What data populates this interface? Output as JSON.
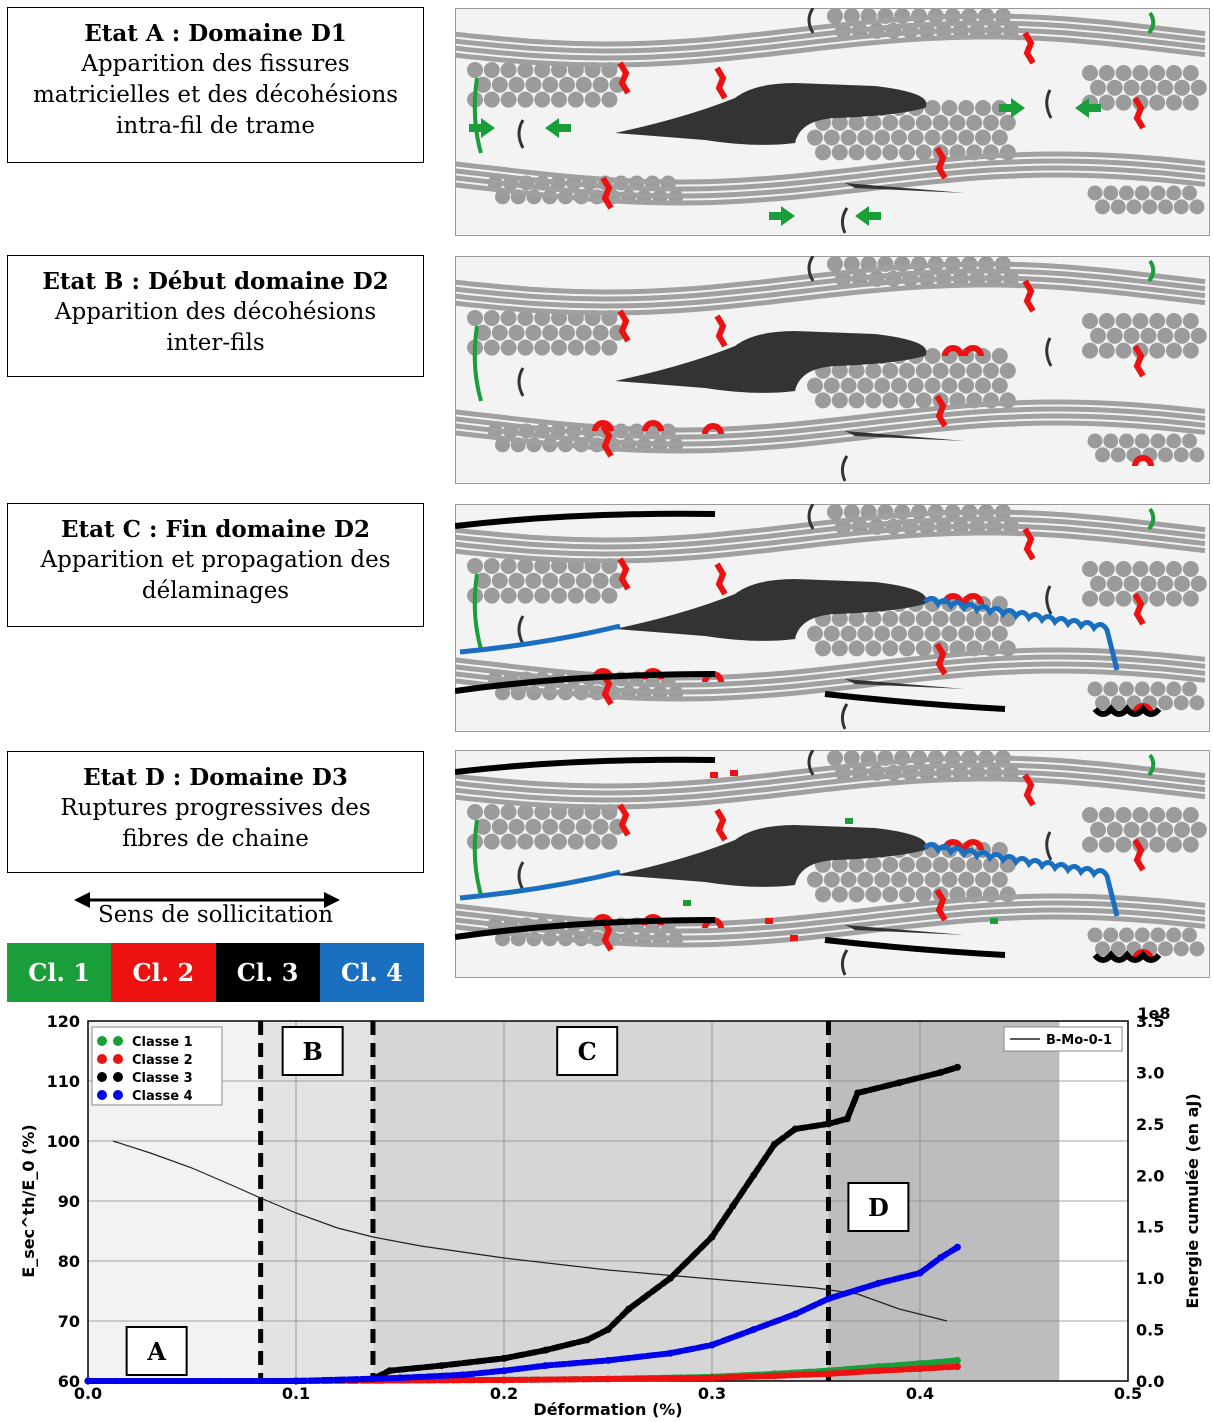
{
  "states": [
    {
      "title": "Etat A : Domaine D1",
      "desc": "Apparition des fissures\nmatricielles et des décohésions\nintra-fil de trame"
    },
    {
      "title": "Etat B : Début domaine D2",
      "desc": "Apparition des décohésions\ninter-fils"
    },
    {
      "title": "Etat C : Fin domaine D2",
      "desc": "Apparition et propagation des\ndélaminages"
    },
    {
      "title": "Etat D : Domaine D3",
      "desc": "Ruptures progressives des\nfibres de chaine"
    }
  ],
  "sens_label": "Sens de sollicitation",
  "classes": [
    {
      "label": "Cl. 1",
      "color": "#1a9e3a"
    },
    {
      "label": "Cl. 2",
      "color": "#ee1111"
    },
    {
      "label": "Cl. 3",
      "color": "#000000"
    },
    {
      "label": "Cl. 4",
      "color": "#1a6fc1"
    }
  ],
  "chart_data": {
    "type": "scatter",
    "xlabel": "Déformation (%)",
    "ylabel": "E_sec^th/E_0 (%)",
    "y2label": "Energie cumulée (en aJ)",
    "y2_multiplier": "1e8",
    "xlim": [
      0.0,
      0.5
    ],
    "ylim": [
      60,
      120
    ],
    "y2lim": [
      0,
      3.5
    ],
    "x_ticks": [
      "0.0",
      "0.1",
      "0.2",
      "0.3",
      "0.4",
      "0.5"
    ],
    "y_ticks": [
      "60",
      "70",
      "80",
      "90",
      "100",
      "110",
      "120"
    ],
    "y2_ticks": [
      "0.0",
      "0.5",
      "1.0",
      "1.5",
      "2.0",
      "2.5",
      "3.0",
      "3.5"
    ],
    "legend_left": [
      "Classe 1",
      "Classe 2",
      "Classe 3",
      "Classe 4"
    ],
    "legend_right": "B-Mo-0-1",
    "zones": [
      {
        "label": "A",
        "x": [
          0,
          0.083
        ],
        "shade": "#f2f2f2"
      },
      {
        "label": "B",
        "x": [
          0.083,
          0.137
        ],
        "shade": "#e3e3e3"
      },
      {
        "label": "C",
        "x": [
          0.137,
          0.356
        ],
        "shade": "#d6d6d6"
      },
      {
        "label": "D",
        "x": [
          0.356,
          0.467
        ],
        "shade": "#bdbdbd"
      }
    ],
    "dashed_lines": [
      0.083,
      0.137,
      0.356
    ],
    "series": [
      {
        "name": "B-Mo-0-1",
        "axis": "left",
        "x": [
          0.012,
          0.03,
          0.05,
          0.07,
          0.083,
          0.1,
          0.12,
          0.137,
          0.16,
          0.2,
          0.25,
          0.3,
          0.35,
          0.37,
          0.39,
          0.413
        ],
        "y": [
          100,
          98,
          95.5,
          92.5,
          90.5,
          88,
          85.5,
          84,
          82.5,
          80.5,
          78.5,
          77,
          75.5,
          74.5,
          72,
          70
        ]
      },
      {
        "name": "Classe 1",
        "axis": "right",
        "x": [
          0,
          0.1,
          0.2,
          0.25,
          0.3,
          0.33,
          0.356,
          0.38,
          0.4,
          0.418
        ],
        "y": [
          0,
          0,
          0.01,
          0.02,
          0.04,
          0.07,
          0.1,
          0.14,
          0.17,
          0.2
        ]
      },
      {
        "name": "Classe 2",
        "axis": "right",
        "x": [
          0,
          0.1,
          0.2,
          0.25,
          0.3,
          0.33,
          0.356,
          0.38,
          0.4,
          0.418
        ],
        "y": [
          0,
          0,
          0.01,
          0.02,
          0.03,
          0.05,
          0.07,
          0.1,
          0.12,
          0.14
        ]
      },
      {
        "name": "Classe 3",
        "axis": "right",
        "x": [
          0,
          0.1,
          0.137,
          0.145,
          0.17,
          0.2,
          0.22,
          0.24,
          0.25,
          0.26,
          0.28,
          0.3,
          0.31,
          0.32,
          0.33,
          0.34,
          0.356,
          0.365,
          0.37,
          0.39,
          0.41,
          0.418
        ],
        "y": [
          0,
          0,
          0.02,
          0.1,
          0.15,
          0.22,
          0.3,
          0.4,
          0.5,
          0.7,
          1.0,
          1.4,
          1.7,
          2.0,
          2.3,
          2.45,
          2.5,
          2.55,
          2.8,
          2.9,
          3.0,
          3.05
        ]
      },
      {
        "name": "Classe 4",
        "axis": "right",
        "x": [
          0,
          0.1,
          0.15,
          0.18,
          0.2,
          0.22,
          0.25,
          0.28,
          0.3,
          0.32,
          0.34,
          0.356,
          0.38,
          0.4,
          0.41,
          0.418
        ],
        "y": [
          0,
          0,
          0.03,
          0.06,
          0.1,
          0.15,
          0.2,
          0.27,
          0.35,
          0.5,
          0.65,
          0.8,
          0.95,
          1.05,
          1.2,
          1.3
        ]
      }
    ]
  }
}
